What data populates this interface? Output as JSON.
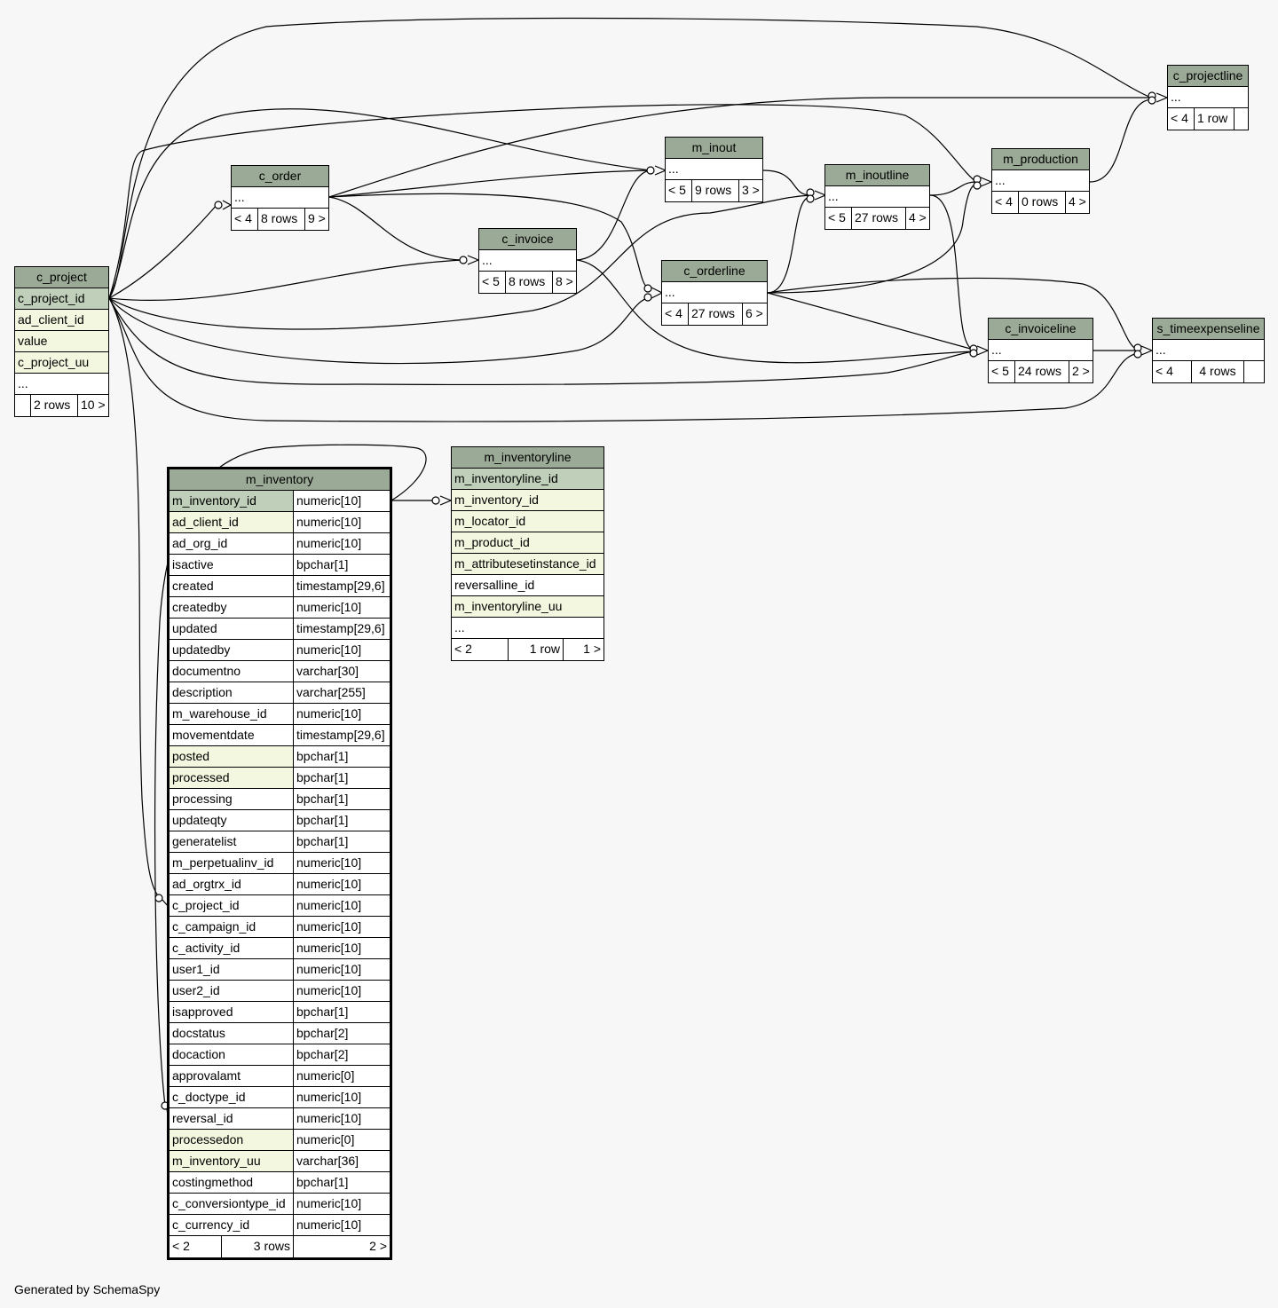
{
  "footer": "Generated by SchemaSpy",
  "tables": {
    "c_project": {
      "name": "c_project",
      "columns": [
        "c_project_id",
        "ad_client_id",
        "value",
        "c_project_uu",
        "..."
      ],
      "stats": [
        "",
        "2 rows",
        "10 >"
      ]
    },
    "c_order": {
      "name": "c_order",
      "more": "...",
      "stats": [
        "< 4",
        "8 rows",
        "9 >"
      ]
    },
    "m_inout": {
      "name": "m_inout",
      "more": "...",
      "stats": [
        "< 5",
        "9 rows",
        "3 >"
      ]
    },
    "c_invoice": {
      "name": "c_invoice",
      "more": "...",
      "stats": [
        "< 5",
        "8 rows",
        "8 >"
      ]
    },
    "m_inoutline": {
      "name": "m_inoutline",
      "more": "...",
      "stats": [
        "< 5",
        "27 rows",
        "4 >"
      ]
    },
    "c_orderline": {
      "name": "c_orderline",
      "more": "...",
      "stats": [
        "< 4",
        "27 rows",
        "6 >"
      ]
    },
    "m_production": {
      "name": "m_production",
      "more": "...",
      "stats": [
        "< 4",
        "0 rows",
        "4 >"
      ]
    },
    "c_projectline": {
      "name": "c_projectline",
      "more": "...",
      "stats": [
        "< 4",
        "1 row",
        ""
      ]
    },
    "c_invoiceline": {
      "name": "c_invoiceline",
      "more": "...",
      "stats": [
        "< 5",
        "24 rows",
        "2 >"
      ]
    },
    "s_timeexpenseline": {
      "name": "s_timeexpenseline",
      "more": "...",
      "stats": [
        "< 4",
        "4 rows",
        ""
      ]
    },
    "m_inventoryline": {
      "name": "m_inventoryline",
      "columns": [
        "m_inventoryline_id",
        "m_inventory_id",
        "m_locator_id",
        "m_product_id",
        "m_attributesetinstance_id",
        "reversalline_id",
        "m_inventoryline_uu",
        "..."
      ],
      "stats": [
        "< 2",
        "1 row",
        "1 >"
      ]
    },
    "m_inventory": {
      "name": "m_inventory",
      "columns": [
        {
          "name": "m_inventory_id",
          "type": "numeric[10]"
        },
        {
          "name": "ad_client_id",
          "type": "numeric[10]"
        },
        {
          "name": "ad_org_id",
          "type": "numeric[10]"
        },
        {
          "name": "isactive",
          "type": "bpchar[1]"
        },
        {
          "name": "created",
          "type": "timestamp[29,6]"
        },
        {
          "name": "createdby",
          "type": "numeric[10]"
        },
        {
          "name": "updated",
          "type": "timestamp[29,6]"
        },
        {
          "name": "updatedby",
          "type": "numeric[10]"
        },
        {
          "name": "documentno",
          "type": "varchar[30]"
        },
        {
          "name": "description",
          "type": "varchar[255]"
        },
        {
          "name": "m_warehouse_id",
          "type": "numeric[10]"
        },
        {
          "name": "movementdate",
          "type": "timestamp[29,6]"
        },
        {
          "name": "posted",
          "type": "bpchar[1]"
        },
        {
          "name": "processed",
          "type": "bpchar[1]"
        },
        {
          "name": "processing",
          "type": "bpchar[1]"
        },
        {
          "name": "updateqty",
          "type": "bpchar[1]"
        },
        {
          "name": "generatelist",
          "type": "bpchar[1]"
        },
        {
          "name": "m_perpetualinv_id",
          "type": "numeric[10]"
        },
        {
          "name": "ad_orgtrx_id",
          "type": "numeric[10]"
        },
        {
          "name": "c_project_id",
          "type": "numeric[10]"
        },
        {
          "name": "c_campaign_id",
          "type": "numeric[10]"
        },
        {
          "name": "c_activity_id",
          "type": "numeric[10]"
        },
        {
          "name": "user1_id",
          "type": "numeric[10]"
        },
        {
          "name": "user2_id",
          "type": "numeric[10]"
        },
        {
          "name": "isapproved",
          "type": "bpchar[1]"
        },
        {
          "name": "docstatus",
          "type": "bpchar[2]"
        },
        {
          "name": "docaction",
          "type": "bpchar[2]"
        },
        {
          "name": "approvalamt",
          "type": "numeric[0]"
        },
        {
          "name": "c_doctype_id",
          "type": "numeric[10]"
        },
        {
          "name": "reversal_id",
          "type": "numeric[10]"
        },
        {
          "name": "processedon",
          "type": "numeric[0]"
        },
        {
          "name": "m_inventory_uu",
          "type": "varchar[36]"
        },
        {
          "name": "costingmethod",
          "type": "bpchar[1]"
        },
        {
          "name": "c_conversiontype_id",
          "type": "numeric[10]"
        },
        {
          "name": "c_currency_id",
          "type": "numeric[10]"
        }
      ],
      "stats": [
        "< 2",
        "3 rows",
        "2 >"
      ]
    }
  },
  "colors": {
    "header": "#9baa96",
    "primary_key": "#bfcfb9",
    "foreign_key": "#f4f7df",
    "background": "#f7f7f7"
  }
}
